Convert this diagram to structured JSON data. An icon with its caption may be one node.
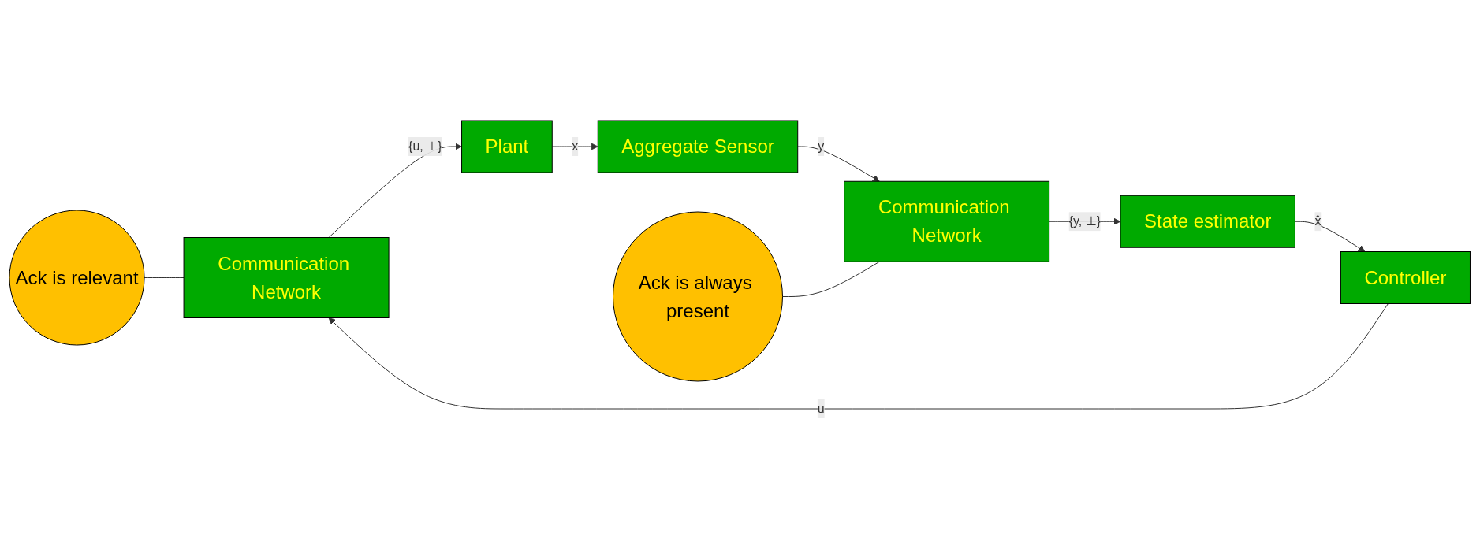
{
  "diagram": {
    "nodes": [
      {
        "text": [
          "Communication Network"
        ]
      },
      {
        "text": [
          "Plant"
        ]
      },
      {
        "text": [
          "Aggregate Sensor"
        ]
      },
      {
        "text": [
          "Communication Network"
        ]
      },
      {
        "text": [
          "State estimator"
        ]
      },
      {
        "text": [
          "Controller"
        ]
      },
      {
        "text": [
          "Ack is relevant"
        ]
      },
      {
        "text": [
          "Ack is always present"
        ]
      }
    ],
    "edges": [
      {
        "from": 0,
        "to": 1,
        "arrow": "to",
        "label": "{u, ⊥}"
      },
      {
        "from": 1,
        "to": 2,
        "arrow": "to",
        "label": "x"
      },
      {
        "from": 2,
        "to": 3,
        "arrow": "to",
        "label": "y"
      },
      {
        "from": 3,
        "to": 4,
        "arrow": "to",
        "label": "{y, ⊥}"
      },
      {
        "from": 4,
        "to": 5,
        "arrow": "to",
        "label": "x̂"
      },
      {
        "from": 5,
        "to": 0,
        "arrow": "to",
        "label": "u"
      },
      {
        "from": 6,
        "to": 0,
        "arrow": "none"
      },
      {
        "from": 7,
        "to": 3,
        "arrow": "none"
      }
    ]
  }
}
